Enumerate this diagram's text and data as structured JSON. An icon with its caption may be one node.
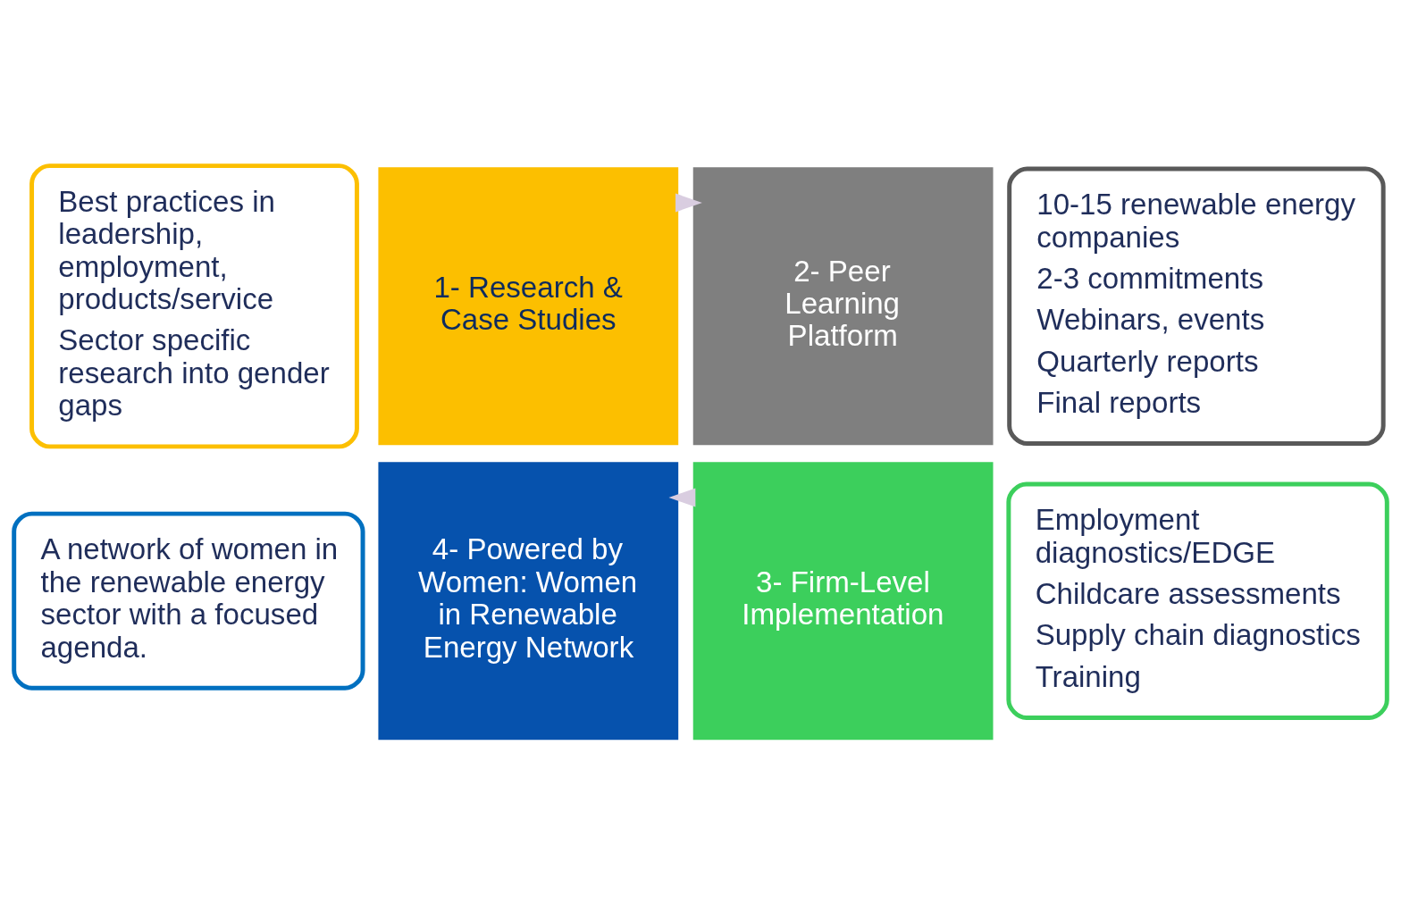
{
  "diagram": {
    "nodes": [
      {
        "text": [
          "1- Research & Case Studies"
        ]
      },
      {
        "text": [
          "2- Peer Learning Platform"
        ]
      },
      {
        "text": [
          "3- Firm-Level Implementation"
        ]
      },
      {
        "text": [
          "4- Powered by Women: Women in Renewable Energy Network"
        ]
      },
      {
        "text": [
          "Best practices in leadership, employment, products/service",
          "Sector specific research into gender gaps"
        ]
      },
      {
        "text": [
          "10-15 renewable energy companies",
          "2-3 commitments",
          "Webinars, events",
          "Quarterly reports",
          "Final reports"
        ]
      },
      {
        "text": [
          "Employment diagnostics/EDGE",
          "Childcare assessments",
          "Supply chain diagnostics",
          "Training"
        ]
      },
      {
        "text": [
          "A network of women in the renewable energy sector with a focused agenda."
        ]
      }
    ],
    "edges": [
      {
        "from": 0,
        "to": 1,
        "arrow": "to",
        "style": "thick",
        "color": "#d9cde0"
      },
      {
        "from": 2,
        "to": 3,
        "arrow": "to",
        "style": "thick",
        "color": "#d9cde0"
      }
    ]
  }
}
